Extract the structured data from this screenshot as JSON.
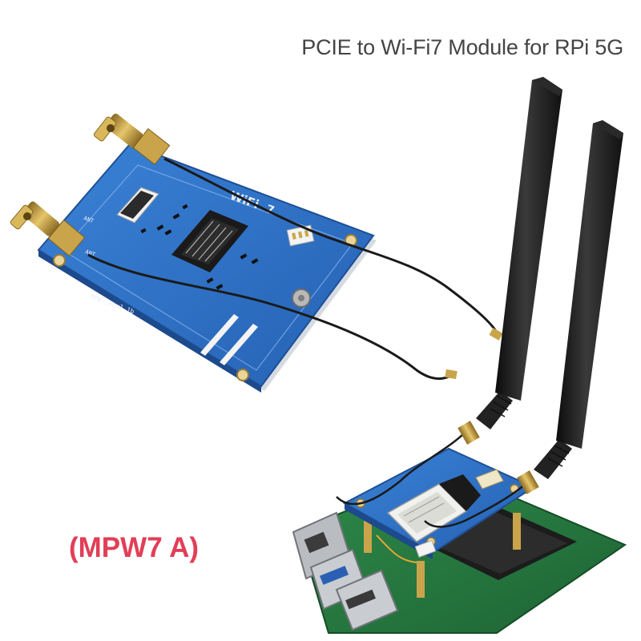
{
  "header": {
    "title": "PCIE to Wi-Fi7 Module for RPi 5G"
  },
  "product": {
    "model_label": "(MPW7 A)"
  },
  "board": {
    "logo_text": "WiFi",
    "logo_number": "7",
    "version_text": "MPW7_Rev1.1b",
    "color": "#2f73c8"
  },
  "colors": {
    "title": "#444444",
    "model_label": "#e23e57",
    "pcb": "#2f73c8",
    "antenna": "#1b1b1b",
    "connector_gold": "#c9a44a"
  }
}
